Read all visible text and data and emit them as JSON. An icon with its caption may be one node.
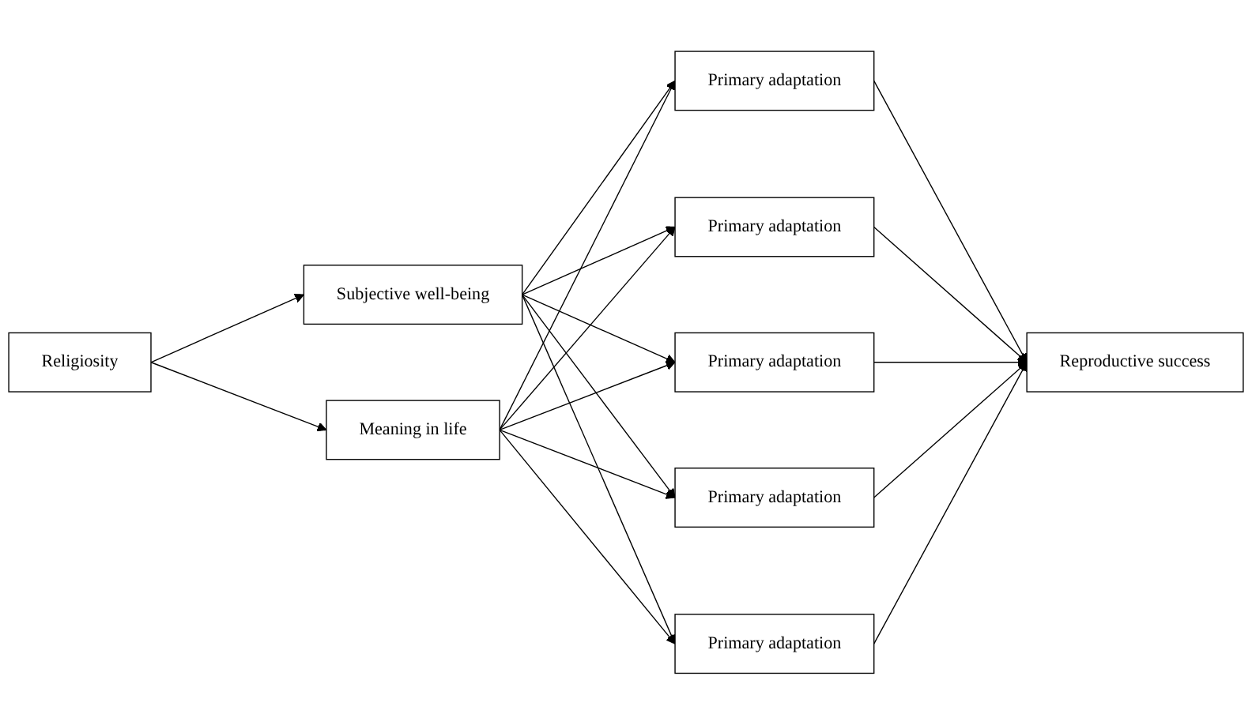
{
  "diagram": {
    "nodes": [
      {
        "text": [
          "Religiosity"
        ]
      },
      {
        "text": [
          "Subjective well-being"
        ]
      },
      {
        "text": [
          "Meaning in life"
        ]
      },
      {
        "text": [
          "Primary adaptation"
        ]
      },
      {
        "text": [
          "Primary adaptation"
        ]
      },
      {
        "text": [
          "Primary adaptation"
        ]
      },
      {
        "text": [
          "Primary adaptation"
        ]
      },
      {
        "text": [
          "Primary adaptation"
        ]
      },
      {
        "text": [
          "Reproductive success"
        ]
      }
    ],
    "edges": [
      {
        "from": 0,
        "to": 1,
        "arrow": "to"
      },
      {
        "from": 0,
        "to": 2,
        "arrow": "to"
      },
      {
        "from": 1,
        "to": 3,
        "arrow": "to"
      },
      {
        "from": 1,
        "to": 4,
        "arrow": "to"
      },
      {
        "from": 1,
        "to": 5,
        "arrow": "to"
      },
      {
        "from": 1,
        "to": 6,
        "arrow": "to"
      },
      {
        "from": 1,
        "to": 7,
        "arrow": "to"
      },
      {
        "from": 2,
        "to": 3,
        "arrow": "to"
      },
      {
        "from": 2,
        "to": 4,
        "arrow": "to"
      },
      {
        "from": 2,
        "to": 5,
        "arrow": "to"
      },
      {
        "from": 2,
        "to": 6,
        "arrow": "to"
      },
      {
        "from": 2,
        "to": 7,
        "arrow": "to"
      },
      {
        "from": 3,
        "to": 8,
        "arrow": "to"
      },
      {
        "from": 4,
        "to": 8,
        "arrow": "to"
      },
      {
        "from": 5,
        "to": 8,
        "arrow": "to"
      },
      {
        "from": 6,
        "to": 8,
        "arrow": "to"
      },
      {
        "from": 7,
        "to": 8,
        "arrow": "to"
      }
    ]
  }
}
